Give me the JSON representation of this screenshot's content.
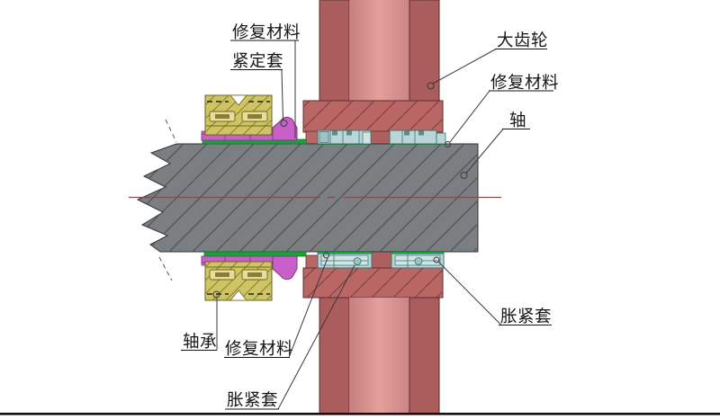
{
  "diagram": {
    "type": "mechanical-section-drawing",
    "labels": {
      "repair_material_top": "修复材料",
      "adapter_sleeve": "紧定套",
      "big_gear": "大齿轮",
      "repair_material_right": "修复材料",
      "shaft": "轴",
      "bearing": "轴承",
      "repair_material_bottom": "修复材料",
      "expansion_sleeve_bottom": "胀紧套",
      "expansion_sleeve_right": "胀紧套"
    },
    "colors": {
      "shaft_gray": "#7b7f82",
      "shaft_hatch": "#50545a",
      "gear_red": "#b96665",
      "gear_column_red": "#ab5c5c",
      "gear_inner_pink": "#d99290",
      "gear_hatch": "#7d4343",
      "bearing_yellow": "#cfc463",
      "bearing_hatch": "#8a7f2c",
      "adapter_sleeve_magenta": "#c95fc9",
      "repair_material_green": "#1aa23a",
      "expansion_sleeve_cyan": "#bad6d6",
      "expansion_sleeve_edge": "#3f7070",
      "centerline_red": "#e62222",
      "leader_line": "#3a3a3a",
      "border_black": "#111111"
    }
  }
}
